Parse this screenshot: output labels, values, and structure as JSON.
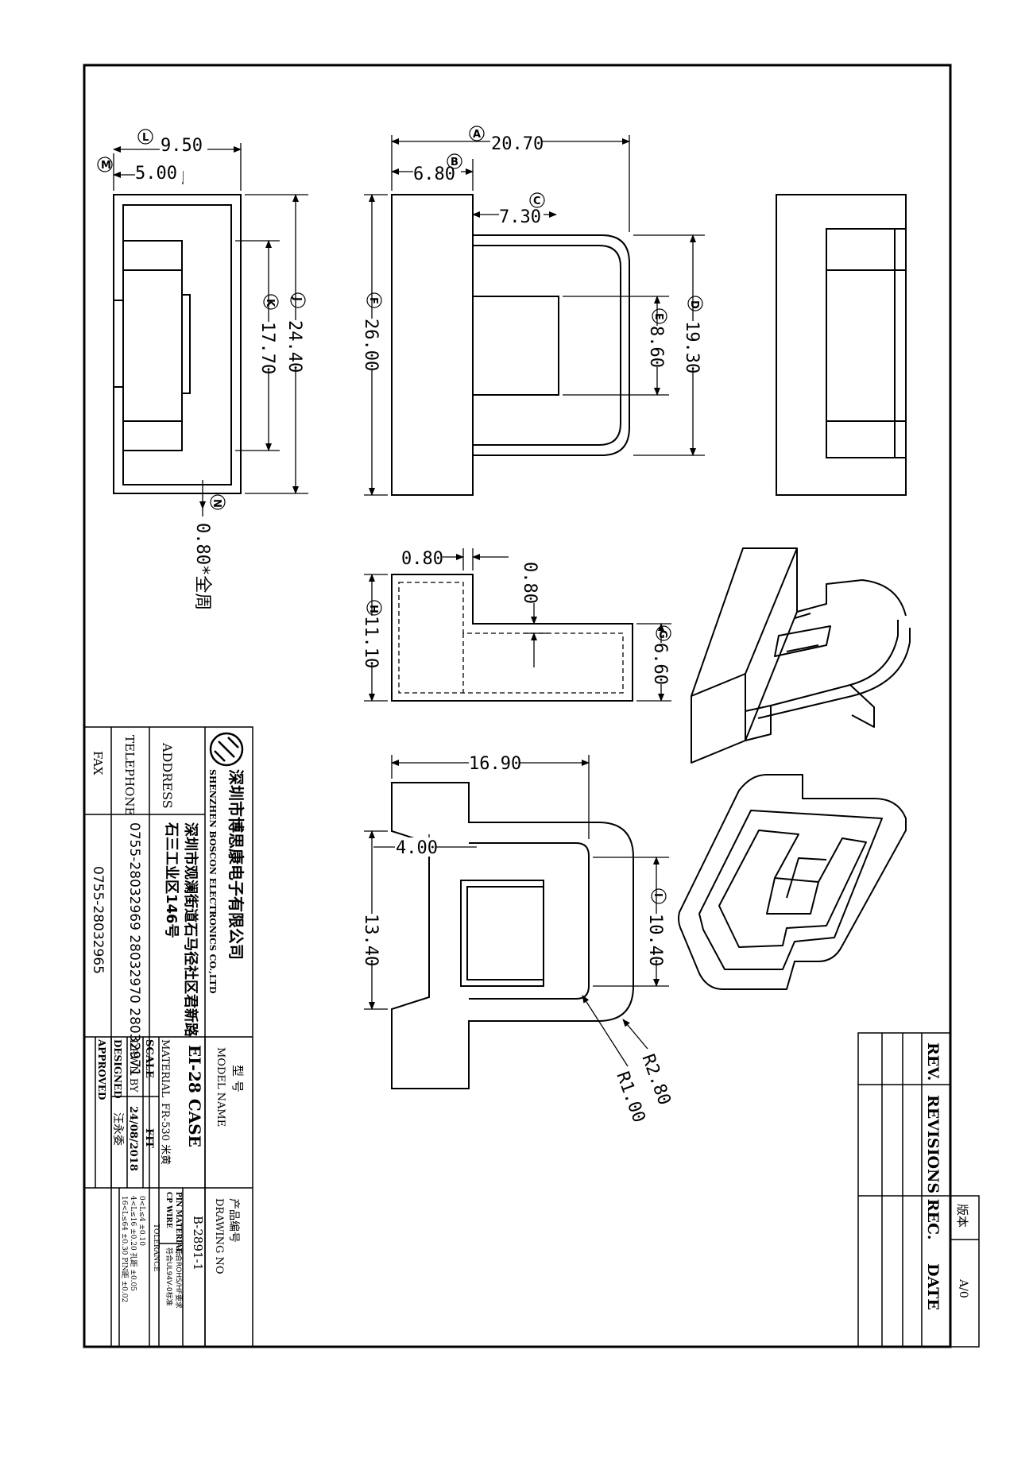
{
  "dimensions": {
    "A": "20.70",
    "B": "6.80",
    "C": "7.30",
    "D": "19.30",
    "E": "8.60",
    "F": "26.00",
    "G": "6.60",
    "H": "11.10",
    "I": "10.40",
    "J": "24.40",
    "K": "17.70",
    "L": "9.50",
    "M": "5.00",
    "N": "0.80*全周",
    "wall_thickness_x": "0.80",
    "wall_thickness_y": "0.80",
    "bottom_width": "16.90",
    "bottom_step": "4.00",
    "bottom_height": "13.40",
    "radius_outer": "R2.80",
    "radius_inner": "R1.00"
  },
  "markers": {
    "A": "A",
    "B": "B",
    "C": "C",
    "D": "D",
    "E": "E",
    "F": "F",
    "G": "G",
    "H": "H",
    "I": "I",
    "J": "J",
    "K": "K",
    "L": "L",
    "M": "M",
    "N": "N"
  },
  "company": {
    "name_cn": "深圳市博思康电子有限公司",
    "name_en": "SHENZHEN BOSCON ELECTRONICS CO.,LTD",
    "address_label": "ADDRESS",
    "address_line1": "深圳市观澜街道石马径社区君新路",
    "address_line2": "石三工业区146号",
    "telephone_label": "TELEPHONE",
    "telephone": "0755-28032969 28032970 28032971",
    "fax_label": "FAX",
    "fax": "0755-28032965"
  },
  "title_block": {
    "model_label_cn": "型 号",
    "model_label_en": "MODEL NAME",
    "model_value": "EI-28 CASE",
    "drawing_label_cn": "产品编号",
    "drawing_label_en": "DRAWING NO",
    "drawing_value": "B-2891-1",
    "material_label": "MATERIAL",
    "material_value": "FR-530 米黄",
    "scale_label": "SCALE",
    "scale_value": "FIT",
    "drawn_label": "DRWN BY",
    "drawn_value": "24/08/2018",
    "designed_label": "DESIGNED",
    "designed_value": "汪永委",
    "approved_label": "APPROVED",
    "pin_material": "PIN MATERIAL:",
    "pin_material_value": "符合ROHS/HF要求",
    "cp_wire": "CP WIRE",
    "cp_wire_value": "符合UL94V-0标准",
    "tolerance": "TOLERANCE",
    "tol_rows": [
      "0<L≤4   ±0.10",
      "4<L≤16  ±0.20  孔距  ±0.05",
      "16<L≤64  ±0.30  PIN距  ±0.02"
    ]
  },
  "revision_block": {
    "rev_label": "REV.",
    "revisions_label": "REVISIONS REC.",
    "date_label": "DATE",
    "version_label": "版本",
    "version_value": "A/0"
  }
}
